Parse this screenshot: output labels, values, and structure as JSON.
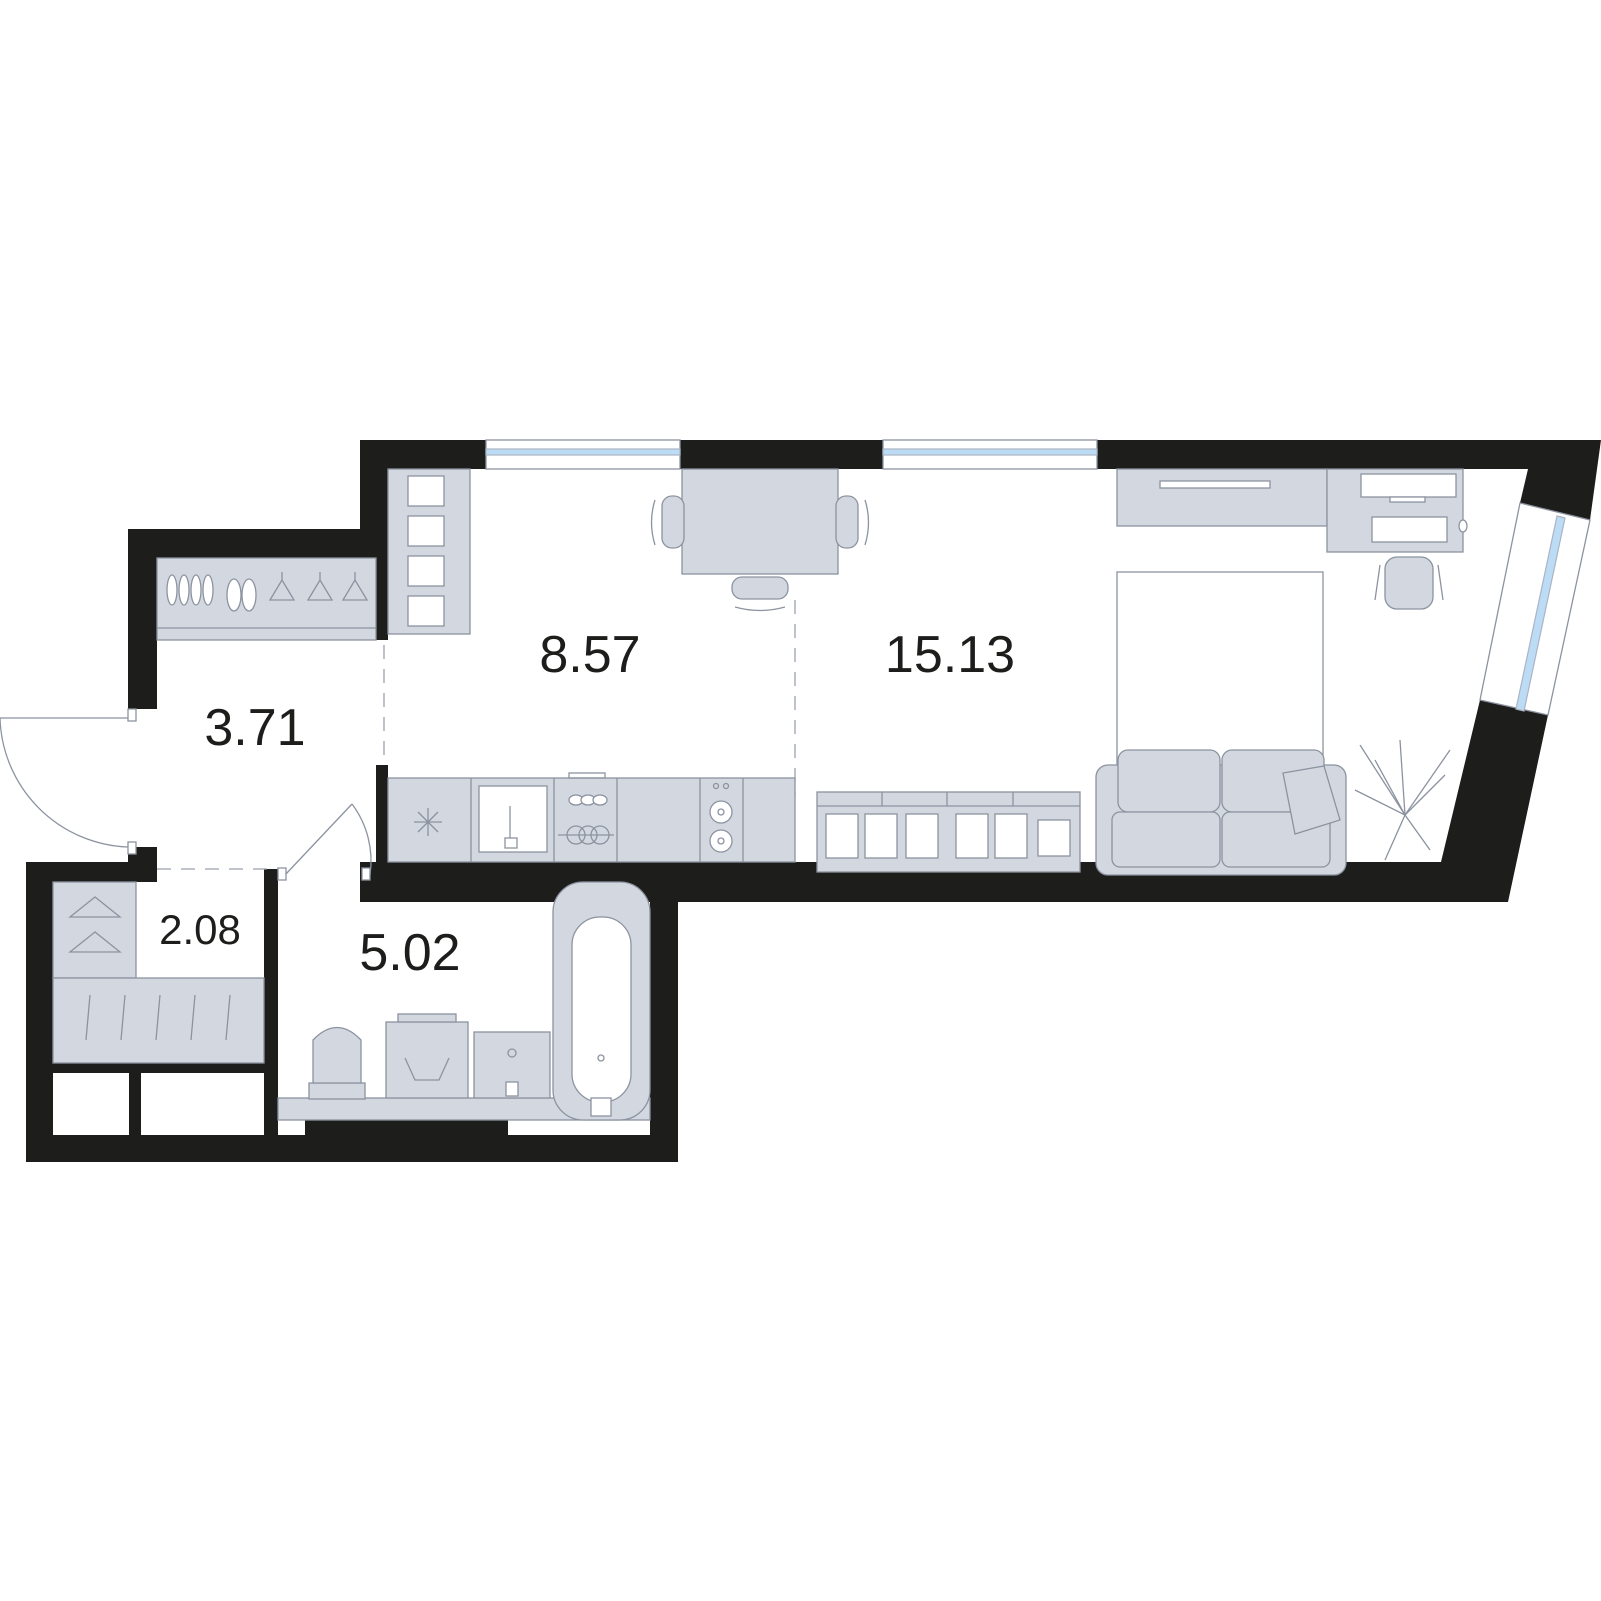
{
  "rooms": [
    {
      "id": "hall",
      "area": "3.71"
    },
    {
      "id": "kitchen",
      "area": "8.57"
    },
    {
      "id": "living",
      "area": "15.13"
    },
    {
      "id": "wardrobe",
      "area": "2.08"
    },
    {
      "id": "bathroom",
      "area": "5.02"
    }
  ],
  "colors": {
    "wall": "#1d1d1b",
    "furniture": "#d3d8e0",
    "furniture_stroke": "#8c93a0",
    "window_glass": "#bcdcf6",
    "background": "#ffffff"
  },
  "icons": [
    "snowflake-icon",
    "hanger-icon",
    "shoe-icon",
    "plant-icon",
    "monitor-icon",
    "keyboard-icon",
    "basin-icon"
  ]
}
